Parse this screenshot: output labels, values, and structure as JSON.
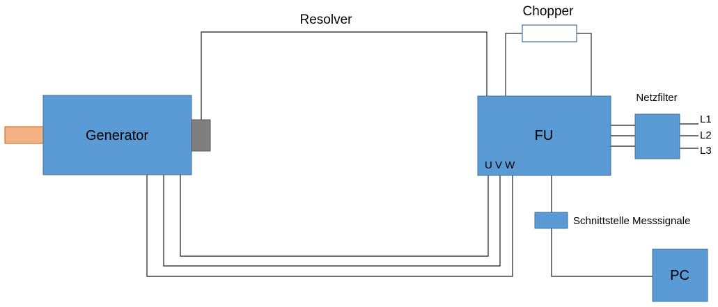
{
  "blocks": {
    "generator": "Generator",
    "fu": "FU",
    "pc": "PC",
    "uvw": "U V W"
  },
  "labels": {
    "resolver": "Resolver",
    "chopper": "Chopper",
    "netzfilter": "Netzfilter",
    "interface": "Schnittstelle Messsignale",
    "phases": [
      "L1",
      "L2",
      "L3"
    ]
  },
  "colors": {
    "block_fill": "#5b9bd5",
    "block_border": "#41719c",
    "shaft": "#f4b183",
    "resolver_box": "#7f7f7f",
    "lines": "#1a1a1a"
  }
}
